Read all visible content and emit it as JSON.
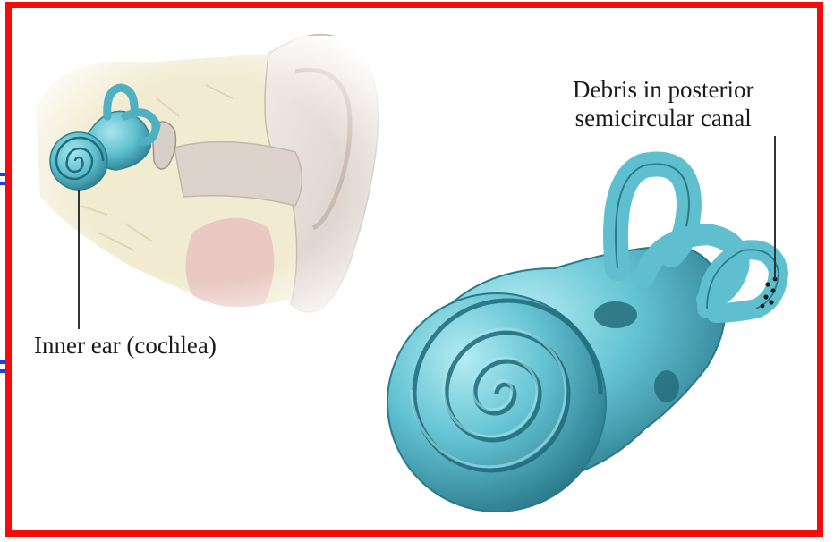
{
  "labels": {
    "inner_ear": "Inner ear (cochlea)",
    "debris_line1": "Debris in posterior",
    "debris_line2": "semicircular canal"
  },
  "colors": {
    "frame": "#f20d0d",
    "accent_ticks": "#1640e6",
    "inner_ear_fill": "#63c3d3",
    "inner_ear_shadow": "#2f8a99",
    "outer_ear_skin": "#e6dcd6",
    "bone": "#efe9c9",
    "soft_tissue": "#e8c5c0"
  },
  "icons": {
    "cochlea_small": "cochlea-illustration",
    "cochlea_large": "cochlea-illustration",
    "outer_ear": "ear-cross-section-illustration",
    "debris": "otolith-debris-dots"
  }
}
